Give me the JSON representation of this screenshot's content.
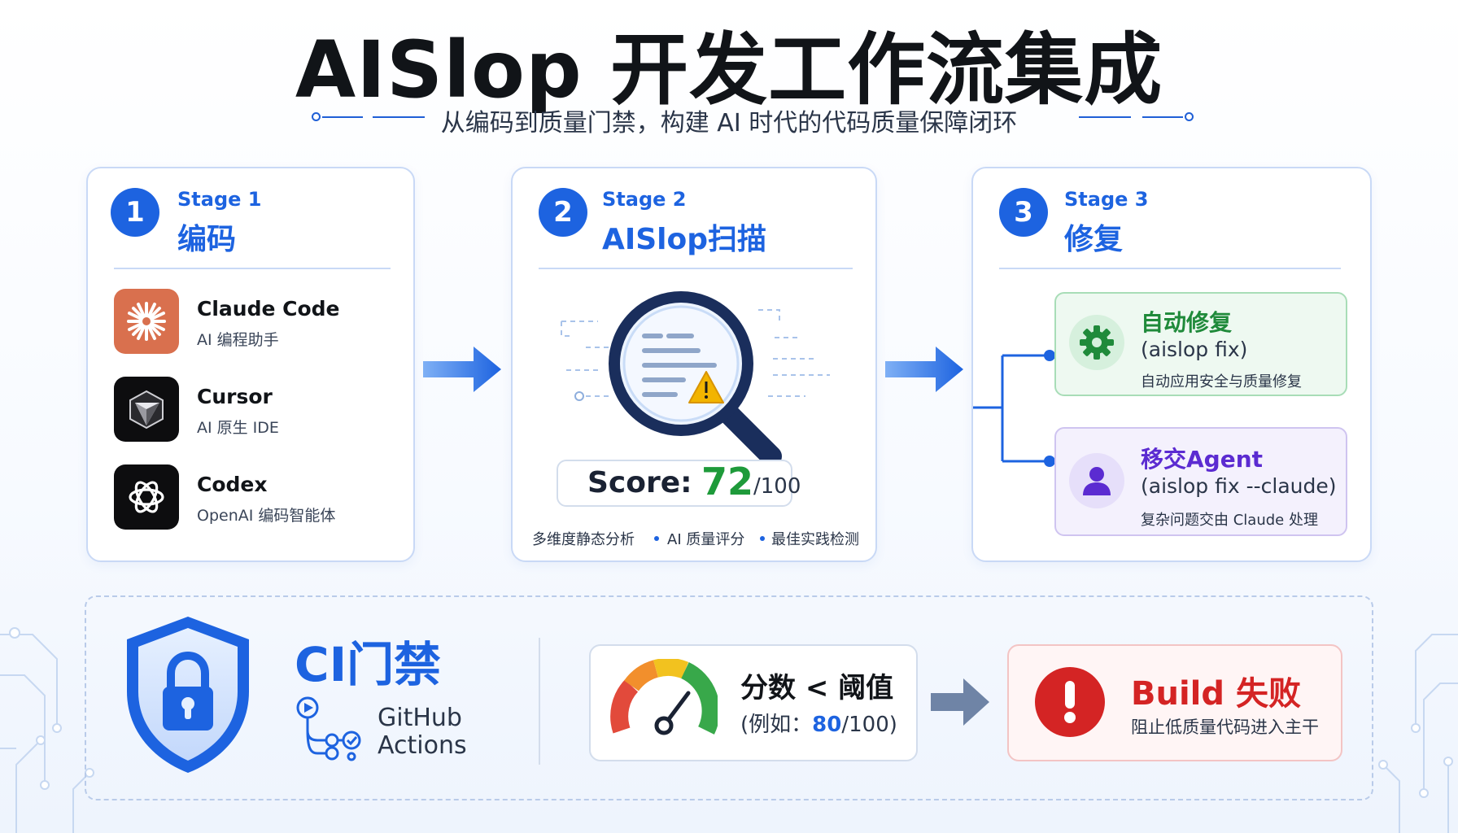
{
  "header": {
    "title": "AISlop 开发工作流集成",
    "subtitle": "从编码到质量门禁，构建 AI 时代的代码质量保障闭环"
  },
  "stages": [
    {
      "number": "1",
      "label": "Stage 1",
      "title": "编码",
      "tools": [
        {
          "name": "Claude Code",
          "desc": "AI 编程助手",
          "icon": "claude-logo-icon"
        },
        {
          "name": "Cursor",
          "desc": "AI 原生 IDE",
          "icon": "cursor-logo-icon"
        },
        {
          "name": "Codex",
          "desc": "OpenAI 编码智能体",
          "icon": "openai-logo-icon"
        }
      ]
    },
    {
      "number": "2",
      "label": "Stage 2",
      "title": "AISlop扫描",
      "score": {
        "label": "Score:",
        "value": "72",
        "max": "/100"
      },
      "features": [
        "多维度静态分析",
        "AI 质量评分",
        "最佳实践检测"
      ]
    },
    {
      "number": "3",
      "label": "Stage 3",
      "title": "修复",
      "options": [
        {
          "title": "自动修复",
          "cmd": "(aislop fix)",
          "desc": "自动应用安全与质量修复",
          "icon": "gear-icon"
        },
        {
          "title": "移交Agent",
          "cmd": "(aislop fix --claude)",
          "desc": "复杂问题交由 Claude 处理",
          "icon": "user-icon"
        }
      ]
    }
  ],
  "ci": {
    "title": "CI门禁",
    "provider_line1": "GitHub",
    "provider_line2": "Actions",
    "threshold_title": "分数 < 阈值",
    "threshold_prefix": "(例如：",
    "threshold_value": "80",
    "threshold_suffix": "/100)",
    "fail_title": "Build 失败",
    "fail_desc": "阻止低质量代码进入主干"
  },
  "colors": {
    "accent": "#1d63e0",
    "success": "#1e9a3a",
    "danger": "#d42424",
    "agent": "#5b2bd1",
    "claude": "#d9704e"
  }
}
